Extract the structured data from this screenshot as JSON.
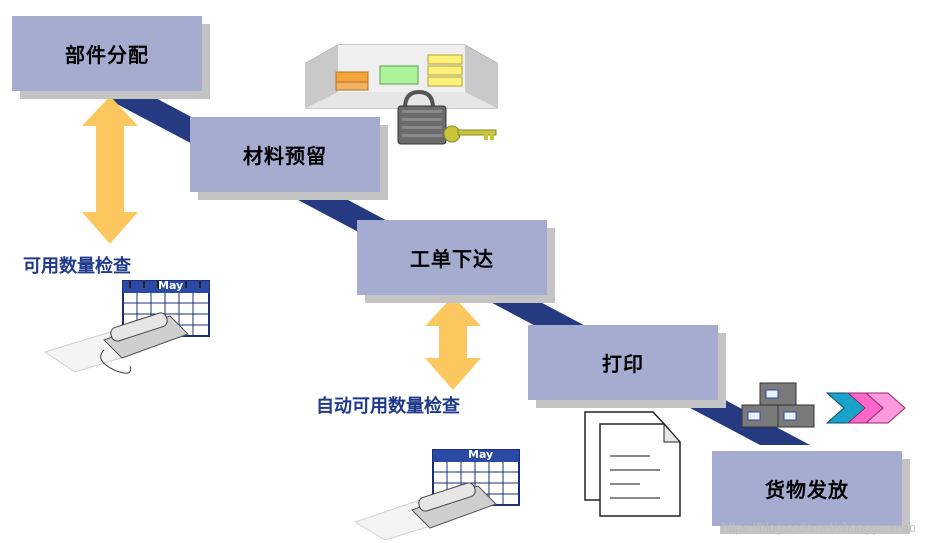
{
  "steps": {
    "component_allocation": "部件分配",
    "material_reservation": "材料预留",
    "work_order_release": "工单下达",
    "print": "打印",
    "goods_issue": "货物发放"
  },
  "checks": {
    "availability_check": "可用数量检查",
    "auto_availability_check": "自动可用数量检查"
  },
  "calendar_month": "May",
  "watermark": "https://blog.csdn.net/zhongguomao",
  "colors": {
    "step_box": "#a5acd0",
    "flow_band": "#253a80",
    "check_arrow": "#fcc75f",
    "label_text": "#1f3a8a",
    "chevron": "#ff66cc"
  }
}
